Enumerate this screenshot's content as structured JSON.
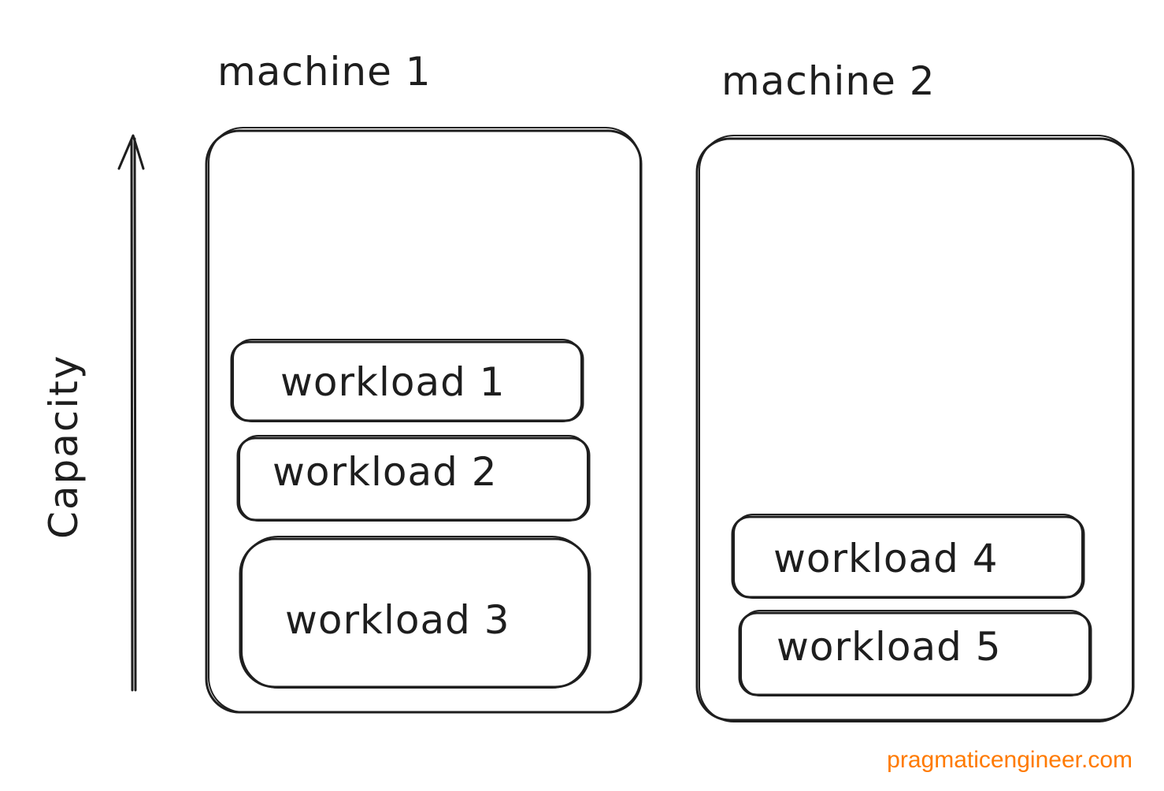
{
  "axis": {
    "label": "Capacity"
  },
  "machines": [
    {
      "title": "machine 1",
      "workloads": [
        "workload 1",
        "workload 2",
        "workload 3"
      ]
    },
    {
      "title": "machine 2",
      "workloads": [
        "workload 4",
        "workload 5"
      ]
    }
  ],
  "watermark": "pragmaticengineer.com",
  "colors": {
    "stroke": "#1e1e1e",
    "watermark": "#ff7a00"
  }
}
